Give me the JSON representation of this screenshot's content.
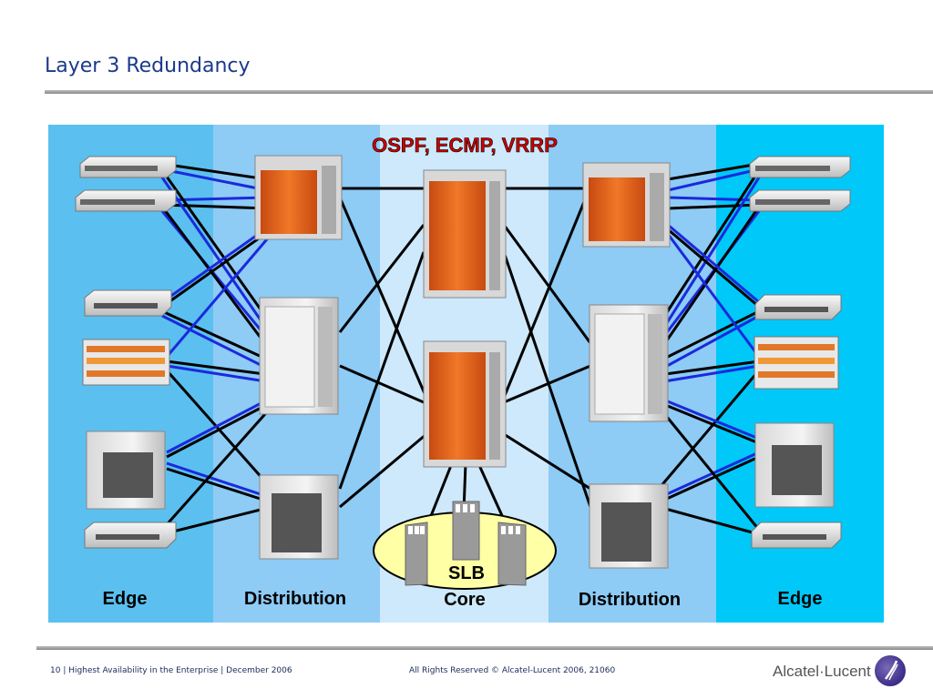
{
  "slide": {
    "title": "Layer 3 Redundancy"
  },
  "diagram": {
    "protocols_label": "OSPF, ECMP, VRRP",
    "columns": [
      {
        "label": "Edge",
        "color": "#5bc0ef"
      },
      {
        "label": "Distribution",
        "color": "#8ecbf5"
      },
      {
        "label": "Core",
        "color": "#cde9fb"
      },
      {
        "label": "Distribution",
        "color": "#8ecbf5"
      },
      {
        "label": "Edge",
        "color": "#00c8f8"
      }
    ],
    "slb_label": "SLB",
    "link_colors": {
      "black": "#000000",
      "blue": "#1a2adc"
    }
  },
  "footer": {
    "left": "10 | Highest Availability in the Enterprise | December 2006",
    "center": "All Rights Reserved © Alcatel-Lucent 2006, 21060",
    "brand": "Alcatel·Lucent"
  }
}
